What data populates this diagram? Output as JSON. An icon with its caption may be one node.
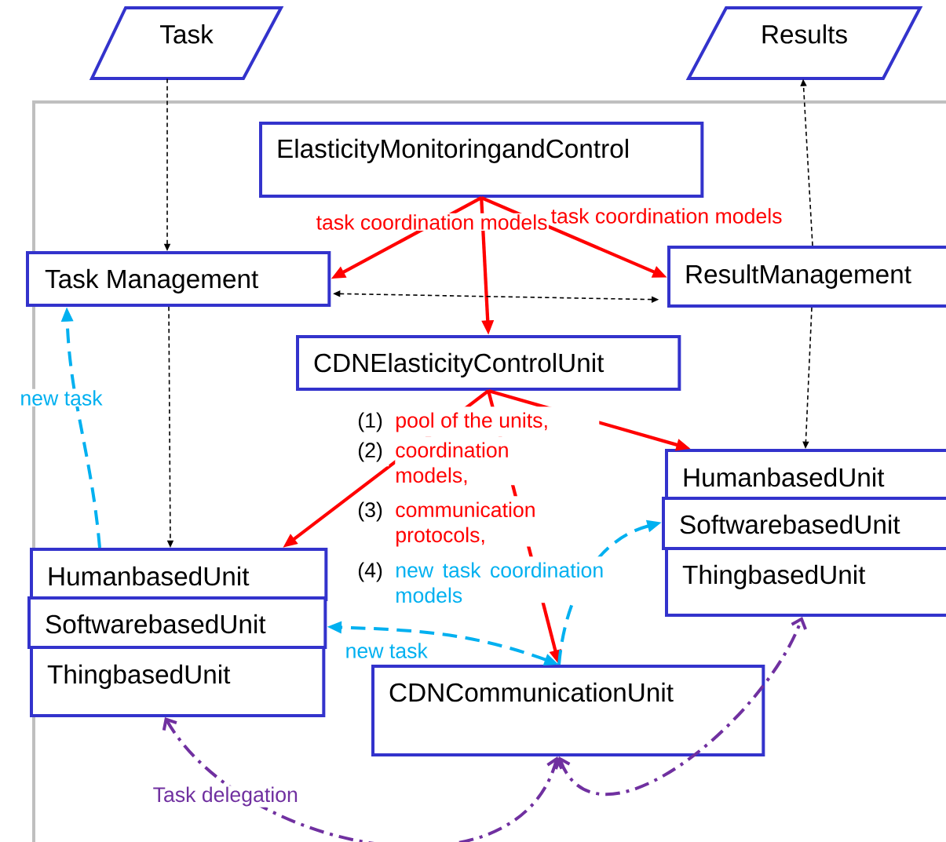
{
  "diagram": {
    "nodes": [
      {
        "text": [
          "Task"
        ]
      },
      {
        "text": [
          "Results"
        ]
      },
      {
        "text": [
          "ElasticityMonitoringandControl"
        ]
      },
      {
        "text": [
          "Task Management"
        ]
      },
      {
        "text": [
          "ResultManagement"
        ]
      },
      {
        "text": [
          "CDNElasticityControlUnit"
        ]
      },
      {
        "text": [
          "HumanbasedUnit"
        ]
      },
      {
        "text": [
          "SoftwarebasedUnit"
        ]
      },
      {
        "text": [
          "ThingbasedUnit"
        ]
      },
      {
        "text": [
          "HumanbasedUnit"
        ]
      },
      {
        "text": [
          "SoftwarebasedUnit"
        ]
      },
      {
        "text": [
          "ThingbasedUnit"
        ]
      },
      {
        "text": [
          "CDNCommunicationUnit"
        ]
      }
    ],
    "edges": [
      {
        "from": 0,
        "to": 3,
        "arrow": "to",
        "style": "dashed",
        "color": "#000000"
      },
      {
        "from": 4,
        "to": 1,
        "arrow": "to",
        "style": "dashed",
        "color": "#000000"
      },
      {
        "from": 2,
        "to": 3,
        "arrow": "to",
        "color": "#ff0000",
        "label": "task coordination models"
      },
      {
        "from": 2,
        "to": 4,
        "arrow": "to",
        "color": "#ff0000",
        "label": "task coordination models"
      },
      {
        "from": 2,
        "to": 5,
        "arrow": "to",
        "color": "#ff0000"
      },
      {
        "from": 3,
        "to": 4,
        "arrow": "both",
        "style": "dashed",
        "color": "#000000"
      },
      {
        "from": 3,
        "to": 6,
        "arrow": "to",
        "style": "dashed",
        "color": "#000000"
      },
      {
        "from": 4,
        "to": 9,
        "arrow": "to",
        "style": "dashed",
        "color": "#000000"
      },
      {
        "from": 5,
        "to": 6,
        "arrow": "to",
        "color": "#ff0000"
      },
      {
        "from": 5,
        "to": 12,
        "arrow": "to",
        "color": "#ff0000"
      },
      {
        "from": 5,
        "to": 9,
        "arrow": "to",
        "color": "#ff0000"
      },
      {
        "from": 6,
        "to": 3,
        "arrow": "to",
        "style": "dashed",
        "color": "#00b0f0",
        "label": "new task"
      },
      {
        "from": 12,
        "to": 7,
        "arrow": "both",
        "style": "dashed",
        "color": "#00b0f0",
        "label": "new task"
      },
      {
        "from": 12,
        "to": 10,
        "arrow": "to",
        "style": "dashed",
        "color": "#00b0f0"
      },
      {
        "from": 8,
        "to": 12,
        "arrow": "both",
        "style": "dashed",
        "color": "#7030a0",
        "label": "Task delegation"
      },
      {
        "from": 12,
        "to": 11,
        "arrow": "both",
        "style": "dashed",
        "color": "#7030a0"
      }
    ],
    "labels": [
      "(1)",
      "pool of the units,",
      "(2)",
      "coordination models,",
      "(3)",
      "communication protocols,",
      "(4)",
      "new task coordination models"
    ]
  }
}
